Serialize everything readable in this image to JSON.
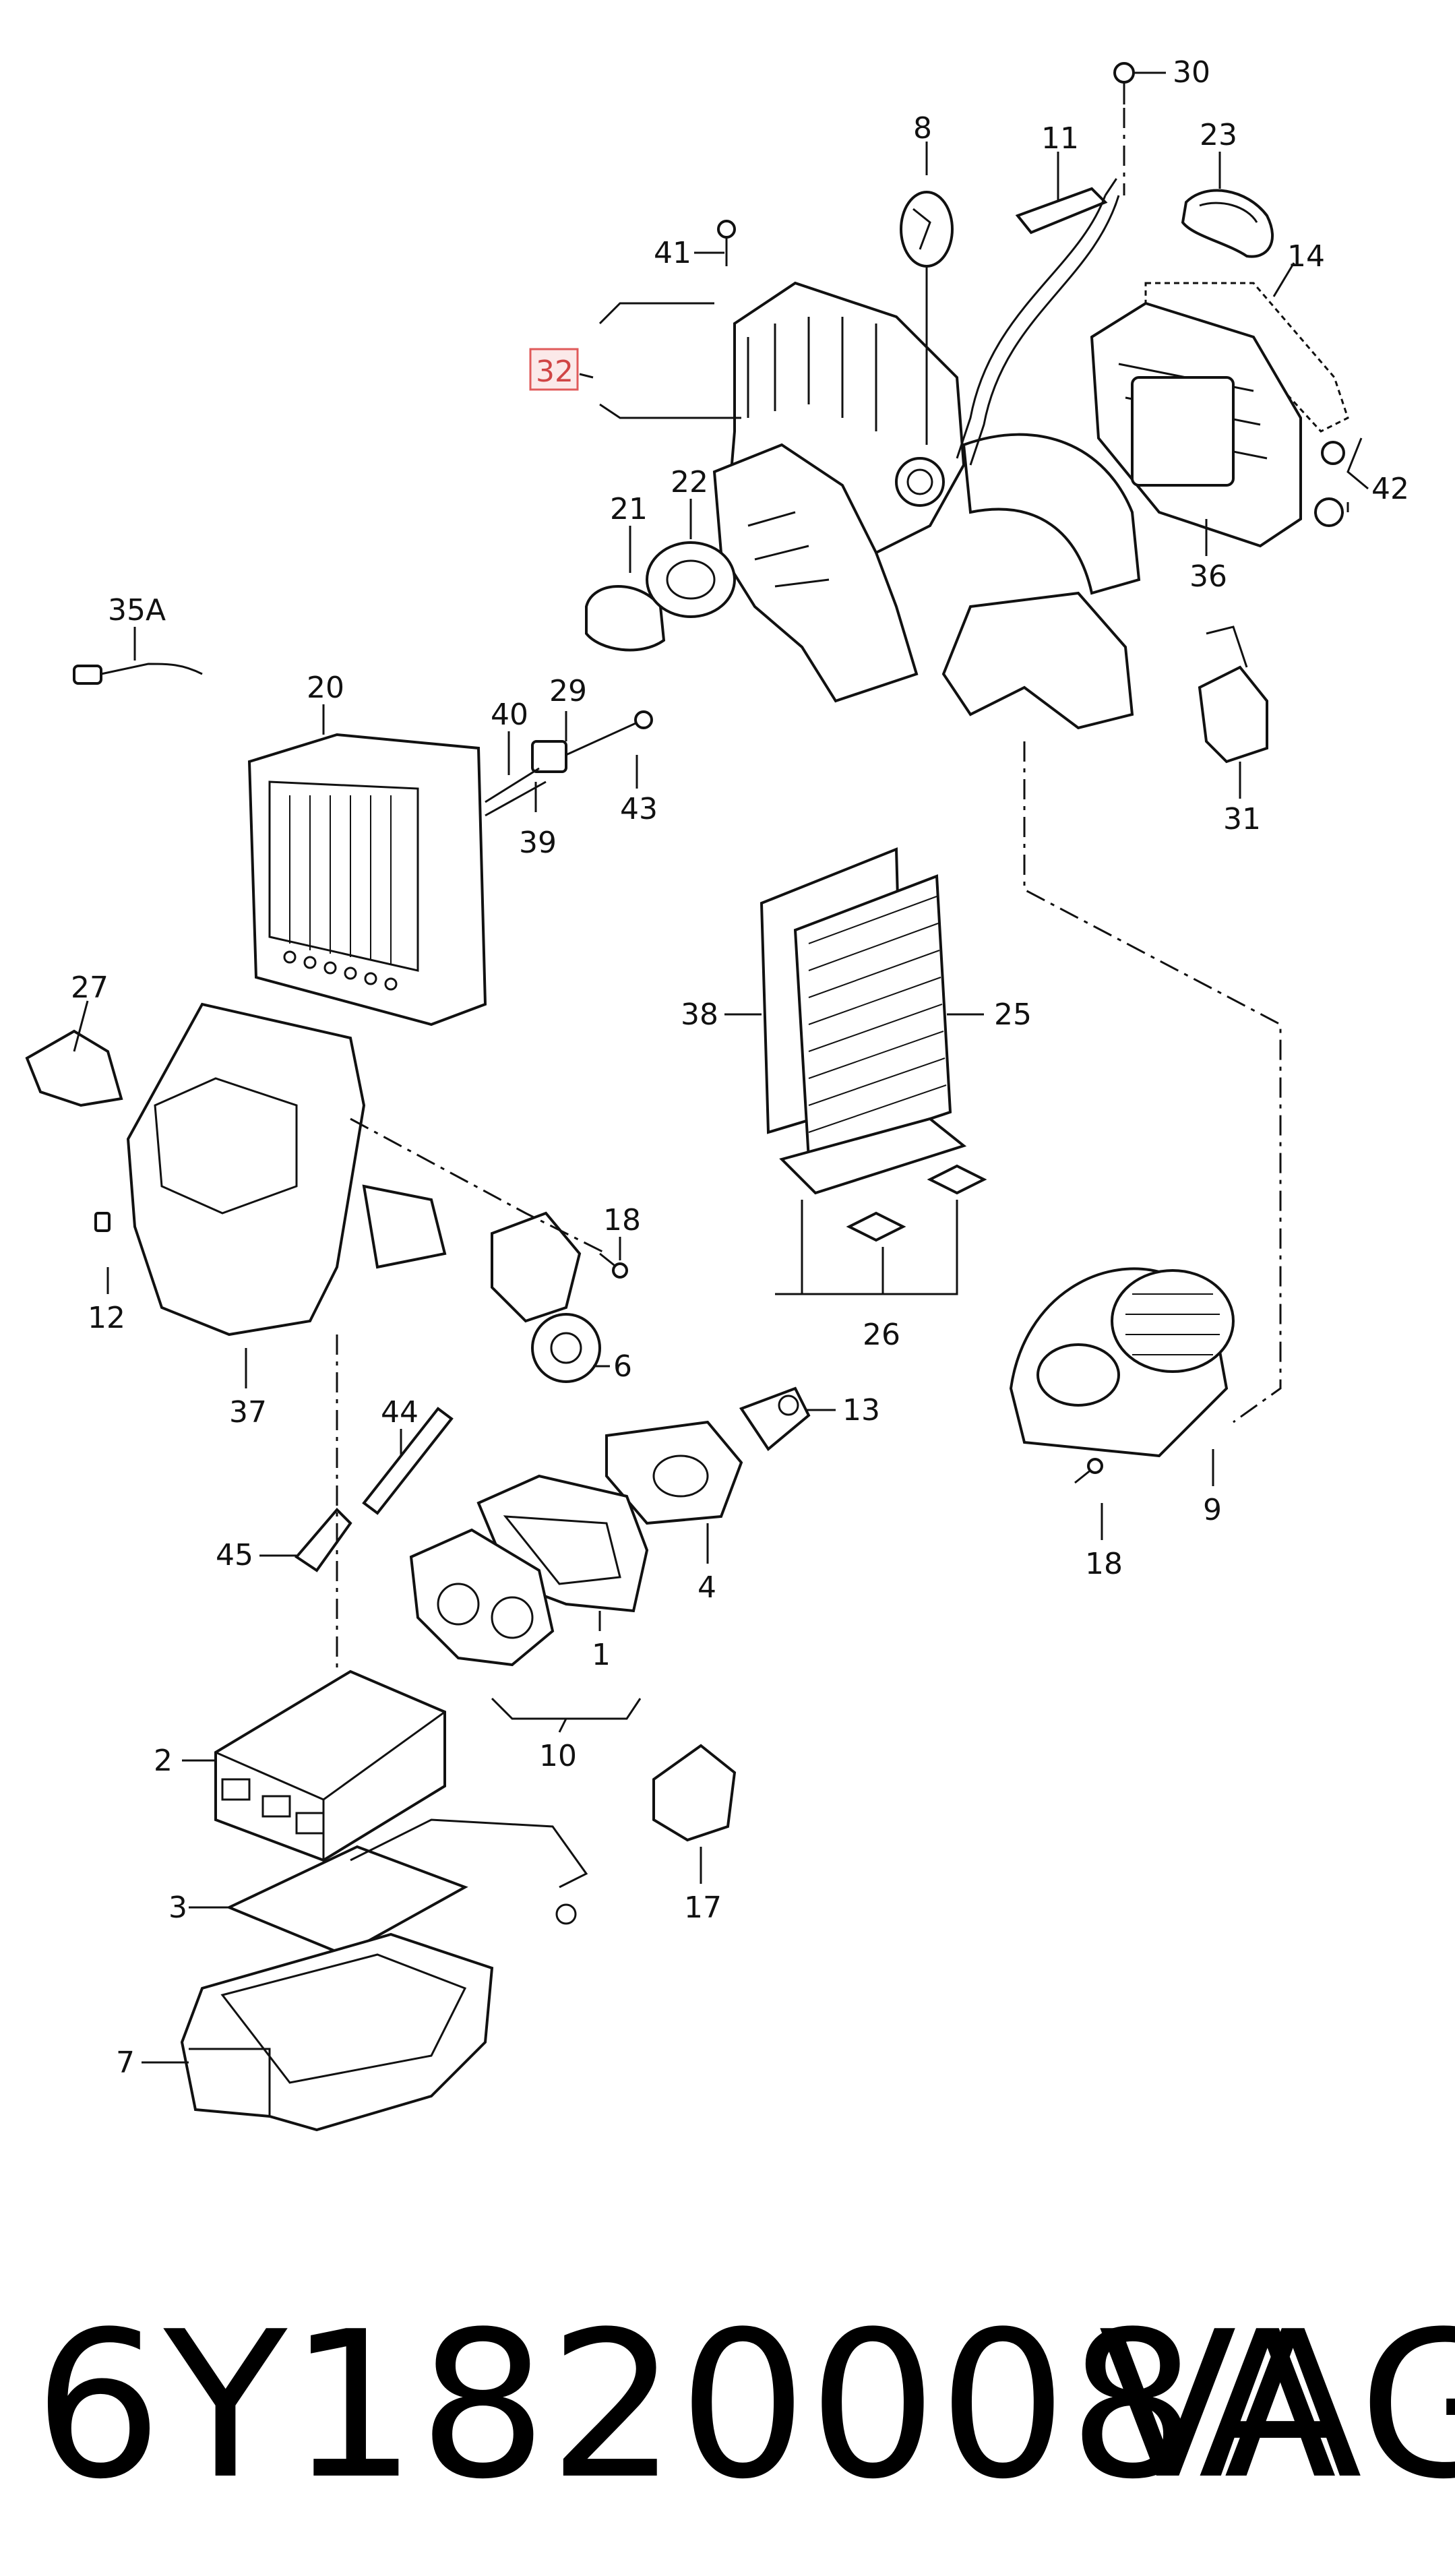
{
  "diagram": {
    "callouts": [
      "30",
      "8",
      "11",
      "23",
      "41",
      "14",
      "32",
      "42",
      "22",
      "21",
      "36",
      "35A",
      "20",
      "29",
      "40",
      "31",
      "43",
      "39",
      "38",
      "25",
      "27",
      "18",
      "12",
      "6",
      "37",
      "26",
      "44",
      "13",
      "45",
      "9",
      "18",
      "4",
      "1",
      "2",
      "10",
      "17",
      "3",
      "7"
    ],
    "highlight_color": "#e05a5a"
  },
  "footer": {
    "part_number": "6Y1820008A",
    "brand": "VAG"
  }
}
